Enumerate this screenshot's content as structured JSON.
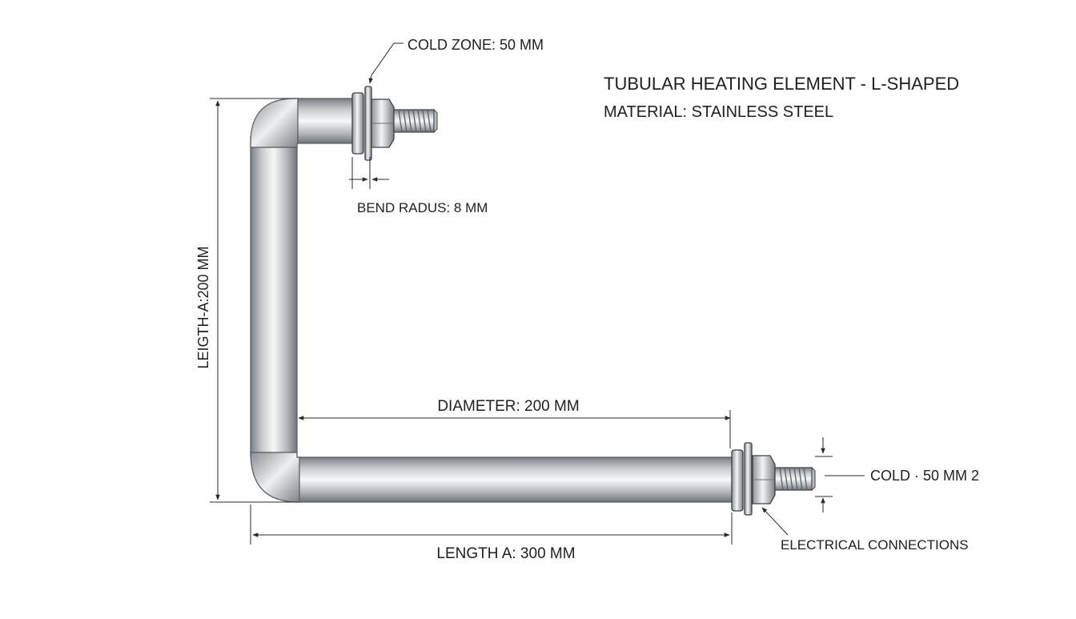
{
  "header": {
    "title": "TUBULAR HEATING ELEMENT - L-SHAPED",
    "material": "MATERIAL: STAINLESS STEEL"
  },
  "labels": {
    "cold_zone_top": "COLD ZONE: 50 MM",
    "bend_radius": "BEND RADUS: 8 MM",
    "length_vertical": "LEIGTH-A:200 MM",
    "diameter": "DIAMETER: 200 MM",
    "length_a": "LENGTH A: 300 MM",
    "cold_zone_right": "COLD · 50 MM 2",
    "electrical_connections": "ELECTRICAL CONNECTIONS"
  },
  "icons": {
    "top_terminal": "threaded-terminal-icon",
    "right_terminal": "threaded-terminal-icon"
  },
  "colors": {
    "line": "#2a2a2a",
    "steel_dark": "#7d8185",
    "steel_light": "#f4f5f6",
    "background": "#ffffff"
  }
}
